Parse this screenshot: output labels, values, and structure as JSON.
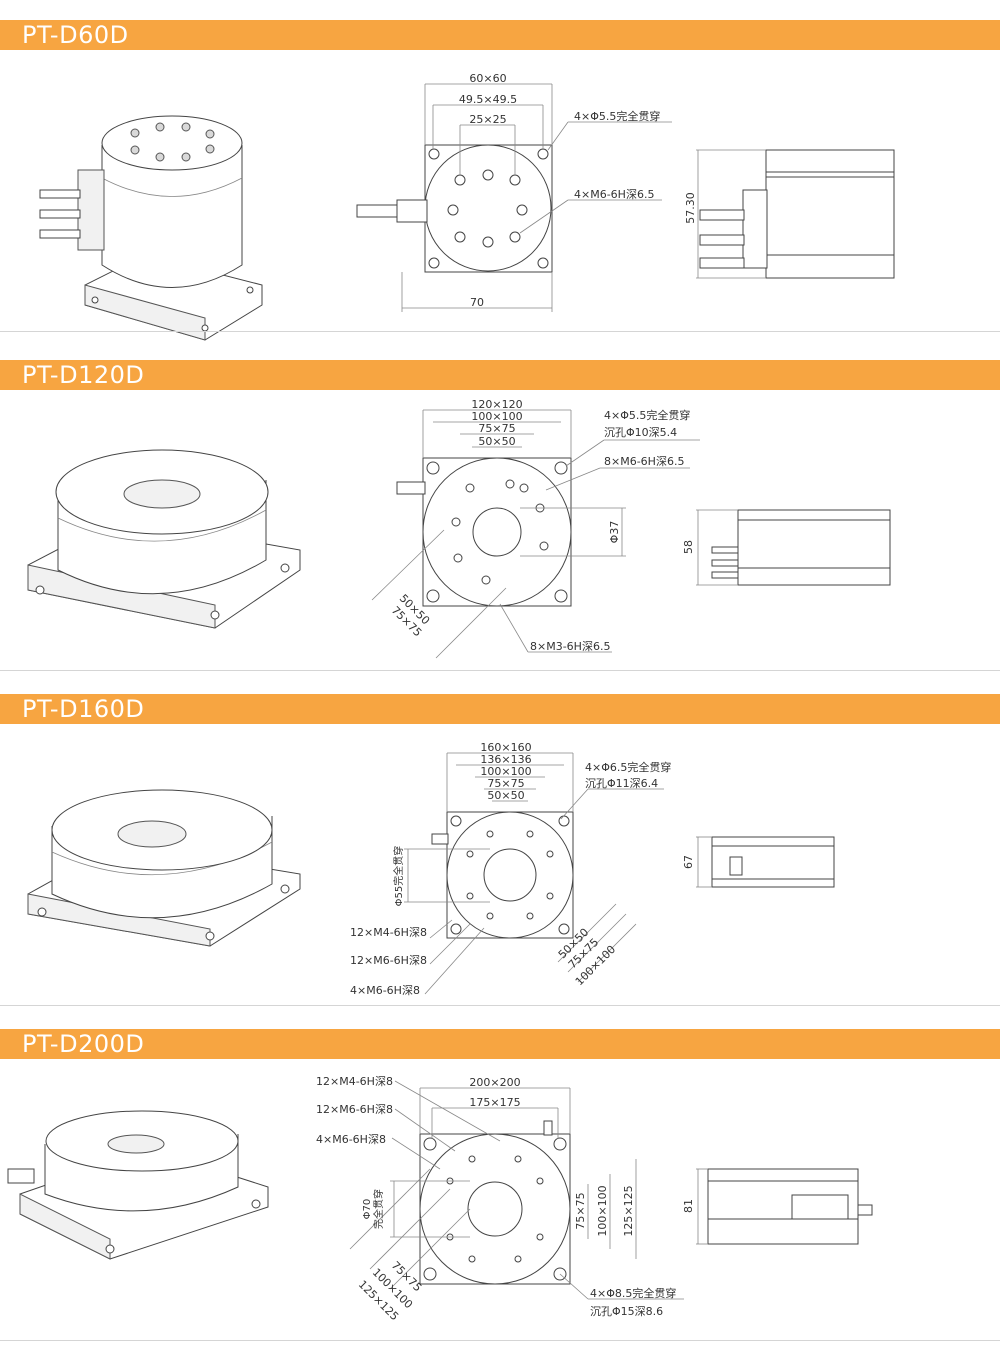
{
  "sections": [
    {
      "model": "PT-D60D",
      "front_dims": [
        "60×60",
        "49.5×49.5",
        "25×25",
        "70"
      ],
      "callouts": [
        "4×Φ5.5完全贯穿",
        "4×M6-6H深6.5"
      ],
      "side_height": "57.30"
    },
    {
      "model": "PT-D120D",
      "front_dims": [
        "120×120",
        "100×100",
        "75×75",
        "50×50",
        "Φ37",
        "50×50",
        "75×75"
      ],
      "callouts": [
        "4×Φ5.5完全贯穿",
        "沉孔Φ10深5.4",
        "8×M6-6H深6.5",
        "8×M3-6H深6.5"
      ],
      "side_height": "58"
    },
    {
      "model": "PT-D160D",
      "front_dims": [
        "160×160",
        "136×136",
        "100×100",
        "75×75",
        "50×50",
        "Φ55完全贯穿",
        "50×50",
        "75×75",
        "100×100"
      ],
      "callouts": [
        "4×Φ6.5完全贯穿",
        "沉孔Φ11深6.4",
        "12×M4-6H深8",
        "12×M6-6H深8",
        "4×M6-6H深8"
      ],
      "side_height": "67"
    },
    {
      "model": "PT-D200D",
      "front_dims": [
        "200×200",
        "175×175",
        "Φ70",
        "完全贯穿",
        "75×75",
        "100×100",
        "125×125",
        "75×75",
        "100×100",
        "125×125"
      ],
      "callouts": [
        "12×M4-6H深8",
        "12×M6-6H深8",
        "4×M6-6H深8",
        "4×Φ8.5完全贯穿",
        "沉孔Φ15深8.6"
      ],
      "side_height": "81"
    }
  ]
}
